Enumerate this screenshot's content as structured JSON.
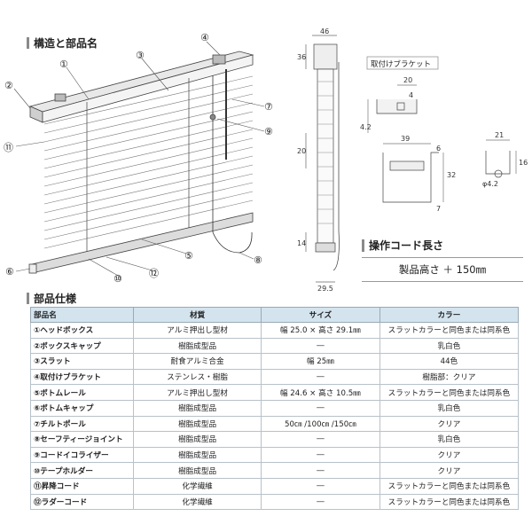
{
  "titles": {
    "structure": "構造と部品名",
    "bracket": "取付けブラケット",
    "cord_length": "操作コード長さ",
    "parts_spec": "部品仕様"
  },
  "callouts": [
    "①",
    "②",
    "③",
    "④",
    "⑤",
    "⑥",
    "⑦",
    "⑧",
    "⑨",
    "⑩",
    "⑪",
    "⑫"
  ],
  "dimensions": {
    "side_width": "46",
    "side_top": "36",
    "side_mid": "20",
    "side_bottom": "14",
    "side_base": "29.5",
    "bracket_a": "20",
    "bracket_b": "4",
    "bracket_c": "4.2",
    "bracket_d": "39",
    "bracket_e": "6",
    "bracket_f": "32",
    "bracket_g": "7",
    "bracket_h": "21",
    "bracket_i": "16",
    "bracket_j": "φ4.2"
  },
  "cord_length_value": "製品高さ ＋ 150㎜",
  "table": {
    "headers": [
      "部品名",
      "材質",
      "サイズ",
      "カラー"
    ],
    "rows": [
      [
        "①ヘッドボックス",
        "アルミ押出し型材",
        "幅 25.0 × 高さ 29.1㎜",
        "スラットカラーと同色または同系色"
      ],
      [
        "②ボックスキャップ",
        "樹脂成型品",
        "―",
        "乳白色"
      ],
      [
        "③スラット",
        "耐食アルミ合金",
        "幅 25㎜",
        "44色"
      ],
      [
        "④取付けブラケット",
        "ステンレス・樹脂",
        "―",
        "樹脂部：クリア"
      ],
      [
        "⑤ボトムレール",
        "アルミ押出し型材",
        "幅 24.6 × 高さ 10.5㎜",
        "スラットカラーと同色または同系色"
      ],
      [
        "⑥ボトムキャップ",
        "樹脂成型品",
        "―",
        "乳白色"
      ],
      [
        "⑦チルトポール",
        "樹脂成型品",
        "50㎝ /100㎝ /150㎝",
        "クリア"
      ],
      [
        "⑧セーフティージョイント",
        "樹脂成型品",
        "―",
        "乳白色"
      ],
      [
        "⑨コードイコライザー",
        "樹脂成型品",
        "―",
        "クリア"
      ],
      [
        "⑩テープホルダー",
        "樹脂成型品",
        "―",
        "クリア"
      ],
      [
        "⑪昇降コード",
        "化学繊維",
        "―",
        "スラットカラーと同色または同系色"
      ],
      [
        "⑫ラダーコード",
        "化学繊維",
        "―",
        "スラットカラーと同色または同系色"
      ]
    ]
  }
}
